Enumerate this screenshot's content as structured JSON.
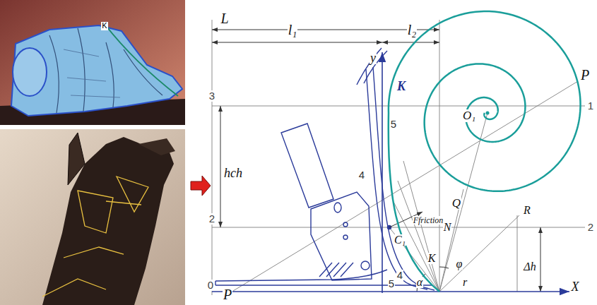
{
  "diagram": {
    "labels": [
      "K",
      "L",
      "l₁",
      "l₂",
      "y",
      "3",
      "2",
      "0",
      "hch",
      "K",
      "5",
      "4",
      "O₁",
      "P",
      "Q",
      "Ffriction",
      "C₁",
      "N",
      "R",
      "K",
      "φ",
      "α",
      "r",
      "Δh",
      "X",
      "P",
      "4",
      "5",
      "1",
      "2"
    ]
  }
}
